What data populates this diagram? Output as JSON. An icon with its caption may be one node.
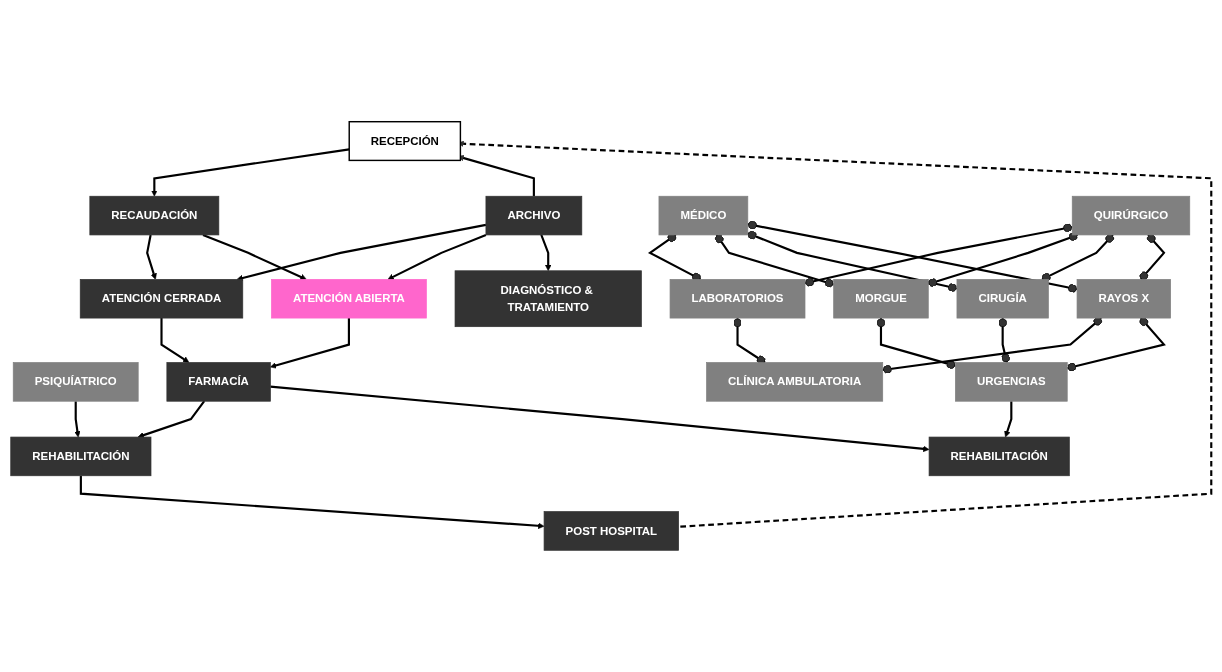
{
  "diagram": {
    "nodes": [
      {
        "text": [
          "RECEPCIÓN"
        ]
      },
      {
        "text": [
          "RECAUDACIÓN"
        ]
      },
      {
        "text": [
          "ARCHIVO"
        ]
      },
      {
        "text": [
          "DIAGNÓSTICO & TRATAMIENTO"
        ]
      },
      {
        "text": [
          "ATENCIÓN CERRADA"
        ]
      },
      {
        "text": [
          "MÉDICO"
        ]
      },
      {
        "text": [
          "QUIRÚRGICO"
        ]
      },
      {
        "text": [
          "PSIQUÍATRICO"
        ]
      },
      {
        "text": [
          "LABORATORIOS"
        ]
      },
      {
        "text": [
          "MORGUE"
        ]
      },
      {
        "text": [
          "CIRUGÍA"
        ]
      },
      {
        "text": [
          "RAYOS X"
        ]
      },
      {
        "text": [
          "ATENCIÓN ABIERTA"
        ]
      },
      {
        "text": [
          "CLÍNICA AMBULATORIA"
        ]
      },
      {
        "text": [
          "URGENCIAS"
        ]
      },
      {
        "text": [
          "REHABILITACIÓN"
        ]
      },
      {
        "text": [
          "FARMACÍA"
        ]
      },
      {
        "text": [
          "REHABILITACIÓN"
        ]
      },
      {
        "text": [
          "POST HOSPITAL"
        ]
      }
    ],
    "edges": [
      {
        "from": 0,
        "to": 1,
        "arrow": "to"
      },
      {
        "from": 1,
        "to": 4,
        "arrow": "to"
      },
      {
        "from": 1,
        "to": 12,
        "arrow": "to"
      },
      {
        "from": 2,
        "to": 4,
        "arrow": "to"
      },
      {
        "from": 2,
        "to": 12,
        "arrow": "to"
      },
      {
        "from": 2,
        "to": 0,
        "arrow": "to"
      },
      {
        "from": 2,
        "to": 3,
        "arrow": "to"
      },
      {
        "from": 5,
        "to": 8,
        "arrow": "other"
      },
      {
        "from": 5,
        "to": 9,
        "arrow": "other"
      },
      {
        "from": 5,
        "to": 10,
        "arrow": "other"
      },
      {
        "from": 5,
        "to": 11,
        "arrow": "other"
      },
      {
        "from": 6,
        "to": 8,
        "arrow": "other"
      },
      {
        "from": 6,
        "to": 9,
        "arrow": "other"
      },
      {
        "from": 6,
        "to": 10,
        "arrow": "other"
      },
      {
        "from": 6,
        "to": 11,
        "arrow": "other"
      },
      {
        "from": 8,
        "to": 13,
        "arrow": "other"
      },
      {
        "from": 9,
        "to": 14,
        "arrow": "other"
      },
      {
        "from": 10,
        "to": 14,
        "arrow": "other"
      },
      {
        "from": 11,
        "to": 13,
        "arrow": "other"
      },
      {
        "from": 11,
        "to": 14,
        "arrow": "other"
      },
      {
        "from": 4,
        "to": 16,
        "arrow": "to"
      },
      {
        "from": 12,
        "to": 16,
        "arrow": "to"
      },
      {
        "from": 7,
        "to": 15,
        "arrow": "to"
      },
      {
        "from": 16,
        "to": 15,
        "arrow": "to"
      },
      {
        "from": 16,
        "to": 17,
        "arrow": "to"
      },
      {
        "from": 14,
        "to": 17,
        "arrow": "to"
      },
      {
        "from": 15,
        "to": 18,
        "arrow": "to"
      },
      {
        "from": 18,
        "to": 0,
        "arrow": "to",
        "style": "dashed"
      }
    ]
  }
}
